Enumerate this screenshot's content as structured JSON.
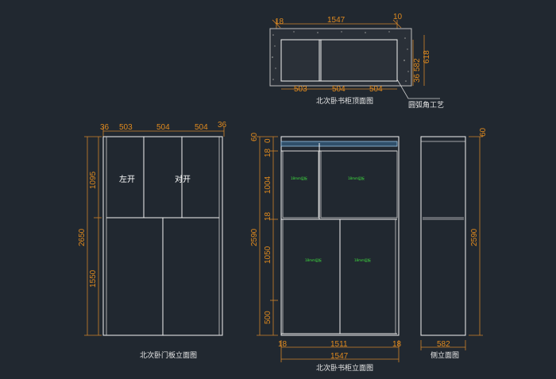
{
  "top_view": {
    "title": "北次卧书柜顶面图",
    "callout": "圆弧角工艺",
    "dims": {
      "left": "18",
      "total": "1547",
      "right": "10",
      "d1": "503",
      "d2": "504",
      "d3": "504",
      "depth": "582",
      "inner": "618",
      "edge": "36"
    }
  },
  "door_elevation": {
    "title": "北次卧门板立面图",
    "dims": {
      "edge_l": "36",
      "w1": "503",
      "w2": "504",
      "w3": "504",
      "edge_r": "36",
      "height": "2650",
      "upper": "1095",
      "lower": "1550"
    },
    "labels": {
      "left_open": "左开",
      "double_open": "对开"
    }
  },
  "cabinet_elevation": {
    "title": "北次卧书柜立面图",
    "dims": {
      "top": "60",
      "zero": "0",
      "s1": "18",
      "h1": "1004",
      "s2": "18",
      "h2": "1050",
      "h3": "500",
      "height": "2590",
      "edge_l": "18",
      "inner": "1511",
      "edge_r": "18",
      "total": "1547"
    },
    "notes": [
      "18mm层板",
      "18mm层板",
      "18mm层板",
      "18mm层板"
    ]
  },
  "side_elevation": {
    "title": "侧立面图",
    "dims": {
      "top": "60",
      "height": "2590",
      "depth": "582"
    }
  }
}
